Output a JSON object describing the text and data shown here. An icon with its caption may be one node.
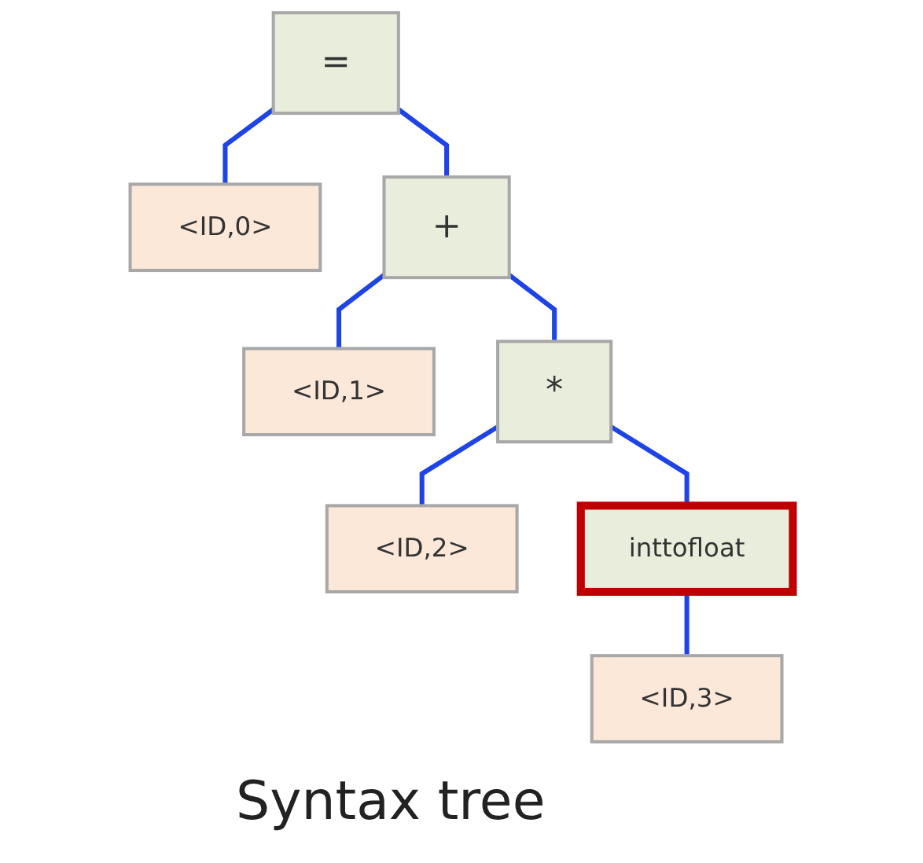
{
  "diagram": {
    "caption": "Syntax tree",
    "nodes": [
      {
        "text": [
          "="
        ]
      },
      {
        "text": [
          "<ID,0>"
        ]
      },
      {
        "text": [
          "+"
        ]
      },
      {
        "text": [
          "<ID,1>"
        ]
      },
      {
        "text": [
          "*"
        ]
      },
      {
        "text": [
          "<ID,2>"
        ]
      },
      {
        "text": [
          "inttofloat"
        ]
      },
      {
        "text": [
          "<ID,3>"
        ]
      }
    ],
    "edges": [
      {
        "from": 0,
        "to": 1,
        "arrow": "none"
      },
      {
        "from": 0,
        "to": 2,
        "arrow": "none"
      },
      {
        "from": 2,
        "to": 3,
        "arrow": "none"
      },
      {
        "from": 2,
        "to": 4,
        "arrow": "none"
      },
      {
        "from": 4,
        "to": 5,
        "arrow": "none"
      },
      {
        "from": 4,
        "to": 6,
        "arrow": "none"
      },
      {
        "from": 6,
        "to": 7,
        "arrow": "none"
      }
    ]
  }
}
